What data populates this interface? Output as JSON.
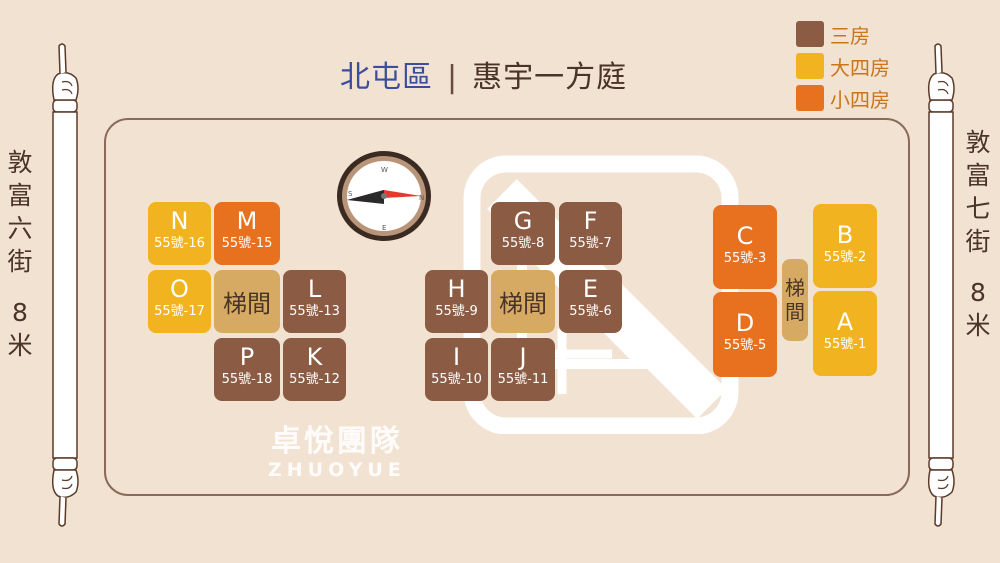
{
  "title": {
    "district": "北屯區",
    "separator": "|",
    "building": "惠宇一方庭"
  },
  "legend": [
    {
      "label": "三房",
      "color": "#8c5b44"
    },
    {
      "label": "大四房",
      "color": "#f1b420"
    },
    {
      "label": "小四房",
      "color": "#e8711f"
    }
  ],
  "streets": {
    "left": {
      "name": "敦富六街",
      "width": "8米"
    },
    "right": {
      "name": "敦富七街",
      "width": "8米"
    }
  },
  "stairs": {
    "label": "梯間"
  },
  "units": {
    "N": {
      "letter": "N",
      "no": "55號-16",
      "type": "大四房"
    },
    "M": {
      "letter": "M",
      "no": "55號-15",
      "type": "小四房"
    },
    "O": {
      "letter": "O",
      "no": "55號-17",
      "type": "大四房"
    },
    "L": {
      "letter": "L",
      "no": "55號-13",
      "type": "三房"
    },
    "P": {
      "letter": "P",
      "no": "55號-18",
      "type": "三房"
    },
    "K": {
      "letter": "K",
      "no": "55號-12",
      "type": "三房"
    },
    "G": {
      "letter": "G",
      "no": "55號-8",
      "type": "三房"
    },
    "F": {
      "letter": "F",
      "no": "55號-7",
      "type": "三房"
    },
    "H": {
      "letter": "H",
      "no": "55號-9",
      "type": "三房"
    },
    "E": {
      "letter": "E",
      "no": "55號-6",
      "type": "三房"
    },
    "I": {
      "letter": "I",
      "no": "55號-10",
      "type": "三房"
    },
    "J": {
      "letter": "J",
      "no": "55號-11",
      "type": "三房"
    },
    "C": {
      "letter": "C",
      "no": "55號-3",
      "type": "小四房"
    },
    "B": {
      "letter": "B",
      "no": "55號-2",
      "type": "大四房"
    },
    "D": {
      "letter": "D",
      "no": "55號-5",
      "type": "小四房"
    },
    "A": {
      "letter": "A",
      "no": "55號-1",
      "type": "大四房"
    }
  },
  "watermark": {
    "cn": "卓悅團隊",
    "en": "ZHUOYUE"
  },
  "icons": {
    "compass": "compass-icon",
    "pointing_hand": "pointing-hand-icon",
    "parking": "parking-icon"
  }
}
